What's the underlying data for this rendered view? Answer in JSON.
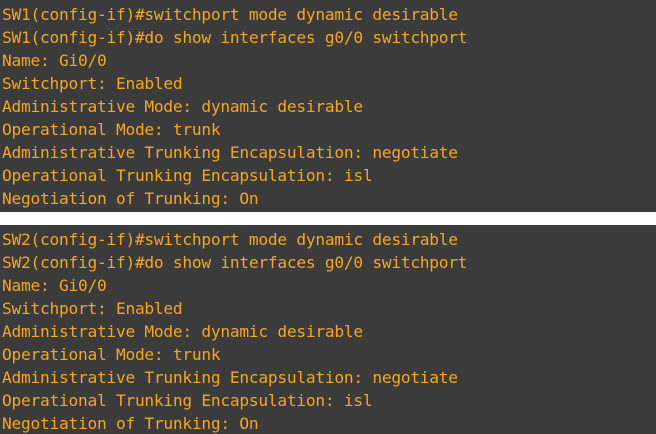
{
  "terminals": [
    {
      "lines": [
        "SW1(config-if)#switchport mode dynamic desirable",
        "SW1(config-if)#do show interfaces g0/0 switchport",
        "Name: Gi0/0",
        "Switchport: Enabled",
        "Administrative Mode: dynamic desirable",
        "Operational Mode: trunk",
        "Administrative Trunking Encapsulation: negotiate",
        "Operational Trunking Encapsulation: isl",
        "Negotiation of Trunking: On"
      ]
    },
    {
      "lines": [
        "SW2(config-if)#switchport mode dynamic desirable",
        "SW2(config-if)#do show interfaces g0/0 switchport",
        "Name: Gi0/0",
        "Switchport: Enabled",
        "Administrative Mode: dynamic desirable",
        "Operational Mode: trunk",
        "Administrative Trunking Encapsulation: negotiate",
        "Operational Trunking Encapsulation: isl",
        "Negotiation of Trunking: On"
      ]
    }
  ],
  "colors": {
    "terminal_background": "#3b3b3b",
    "text": "#f5a623",
    "separator": "#ffffff"
  }
}
